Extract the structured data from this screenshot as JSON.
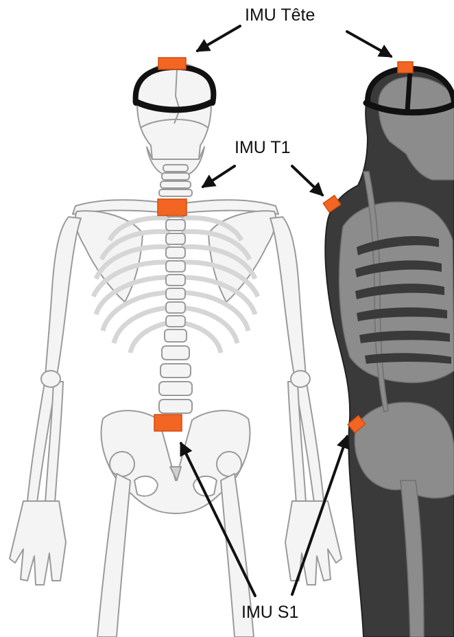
{
  "labels": {
    "head": "IMU Tête",
    "t1": "IMU T1",
    "s1": "IMU S1"
  },
  "colors": {
    "sensor": "#f26522",
    "bone_fill": "#f4f4f4",
    "bone_stroke": "#9a9a9a",
    "body_silhouette": "#3a3a3a",
    "body_bone": "#8c8c8c",
    "strap": "#111111",
    "arrow": "#111111"
  }
}
